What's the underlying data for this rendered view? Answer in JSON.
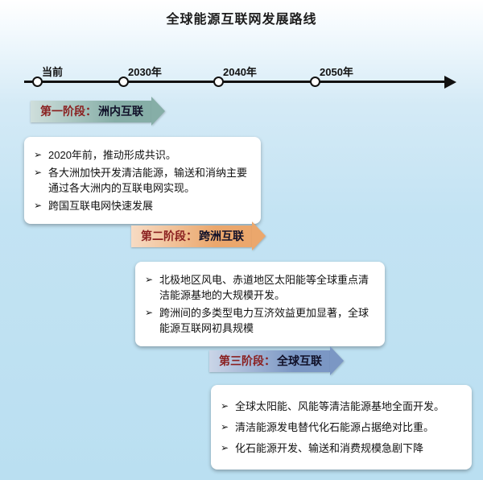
{
  "title": "全球能源互联网发展路线",
  "bullet_icon": "➢",
  "timeline": {
    "markers": [
      {
        "label": "当前"
      },
      {
        "label": "2030年"
      },
      {
        "label": "2040年"
      },
      {
        "label": "2050年"
      }
    ]
  },
  "stages": [
    {
      "label_prefix": "第一阶段：",
      "label_name": "洲内互联",
      "color": "#86aea7",
      "bullets": [
        "2020年前，推动形成共识。",
        "各大洲加快开发清洁能源，输送和消纳主要通过各大洲内的互联电网实现。",
        "跨国互联电网快速发展"
      ]
    },
    {
      "label_prefix": "第二阶段：",
      "label_name": "跨洲互联",
      "color": "#eba76c",
      "bullets": [
        "北极地区风电、赤道地区太阳能等全球重点清洁能源基地的大规模开发。",
        "跨洲间的多类型电力互济效益更加显著，全球能源互联网初具规模"
      ]
    },
    {
      "label_prefix": "第三阶段：",
      "label_name": "全球互联",
      "color": "#7b97c4",
      "bullets": [
        "全球太阳能、风能等清洁能源基地全面开发。",
        "清洁能源发电替代化石能源占据绝对比重。",
        "化石能源开发、输送和消费规模急剧下降"
      ]
    }
  ]
}
